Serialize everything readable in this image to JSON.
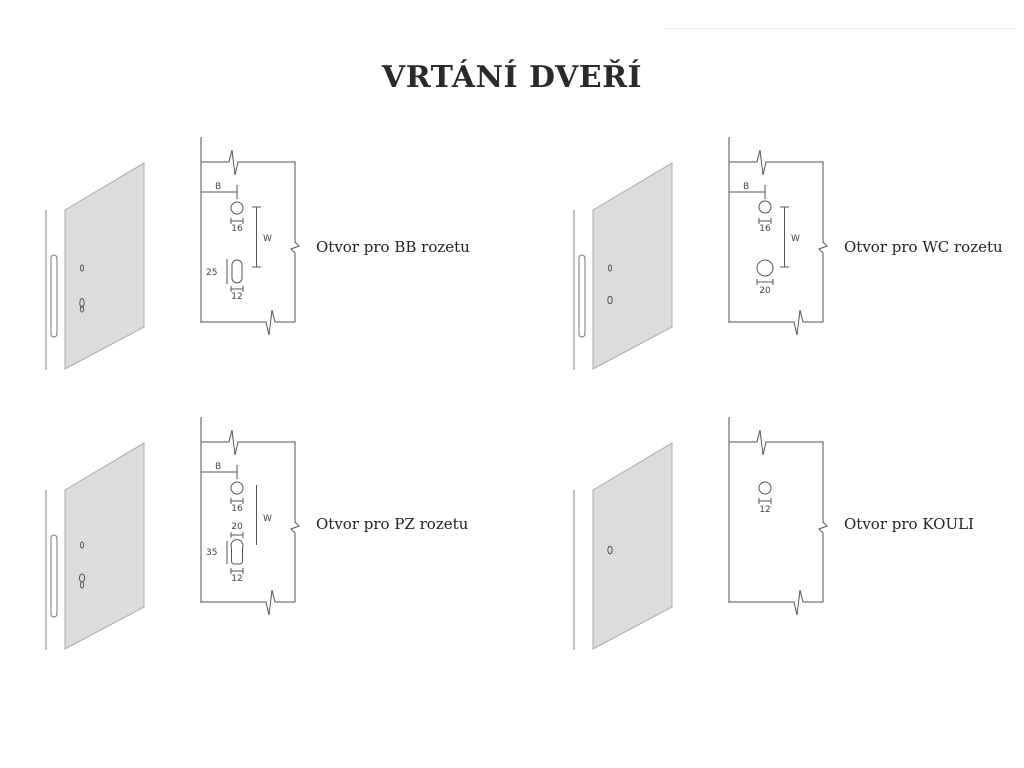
{
  "title": "VRTÁNÍ DVEŘÍ",
  "panels": {
    "bb": {
      "label": "Otvor pro BB rozetu",
      "dim_b": "B",
      "dim_w": "W",
      "dim_top_hole": "16",
      "dim_height": "25",
      "dim_width": "12"
    },
    "wc": {
      "label": "Otvor pro WC rozetu",
      "dim_b": "B",
      "dim_w": "W",
      "dim_top_hole": "16",
      "dim_bottom_hole": "20"
    },
    "pz": {
      "label": "Otvor pro PZ rozetu",
      "dim_b": "B",
      "dim_w": "W",
      "dim_top_hole": "16",
      "dim_cyl_top": "20",
      "dim_height": "35",
      "dim_width": "12"
    },
    "kouli": {
      "label": "Otvor pro KOULI",
      "dim_hole": "12"
    }
  }
}
